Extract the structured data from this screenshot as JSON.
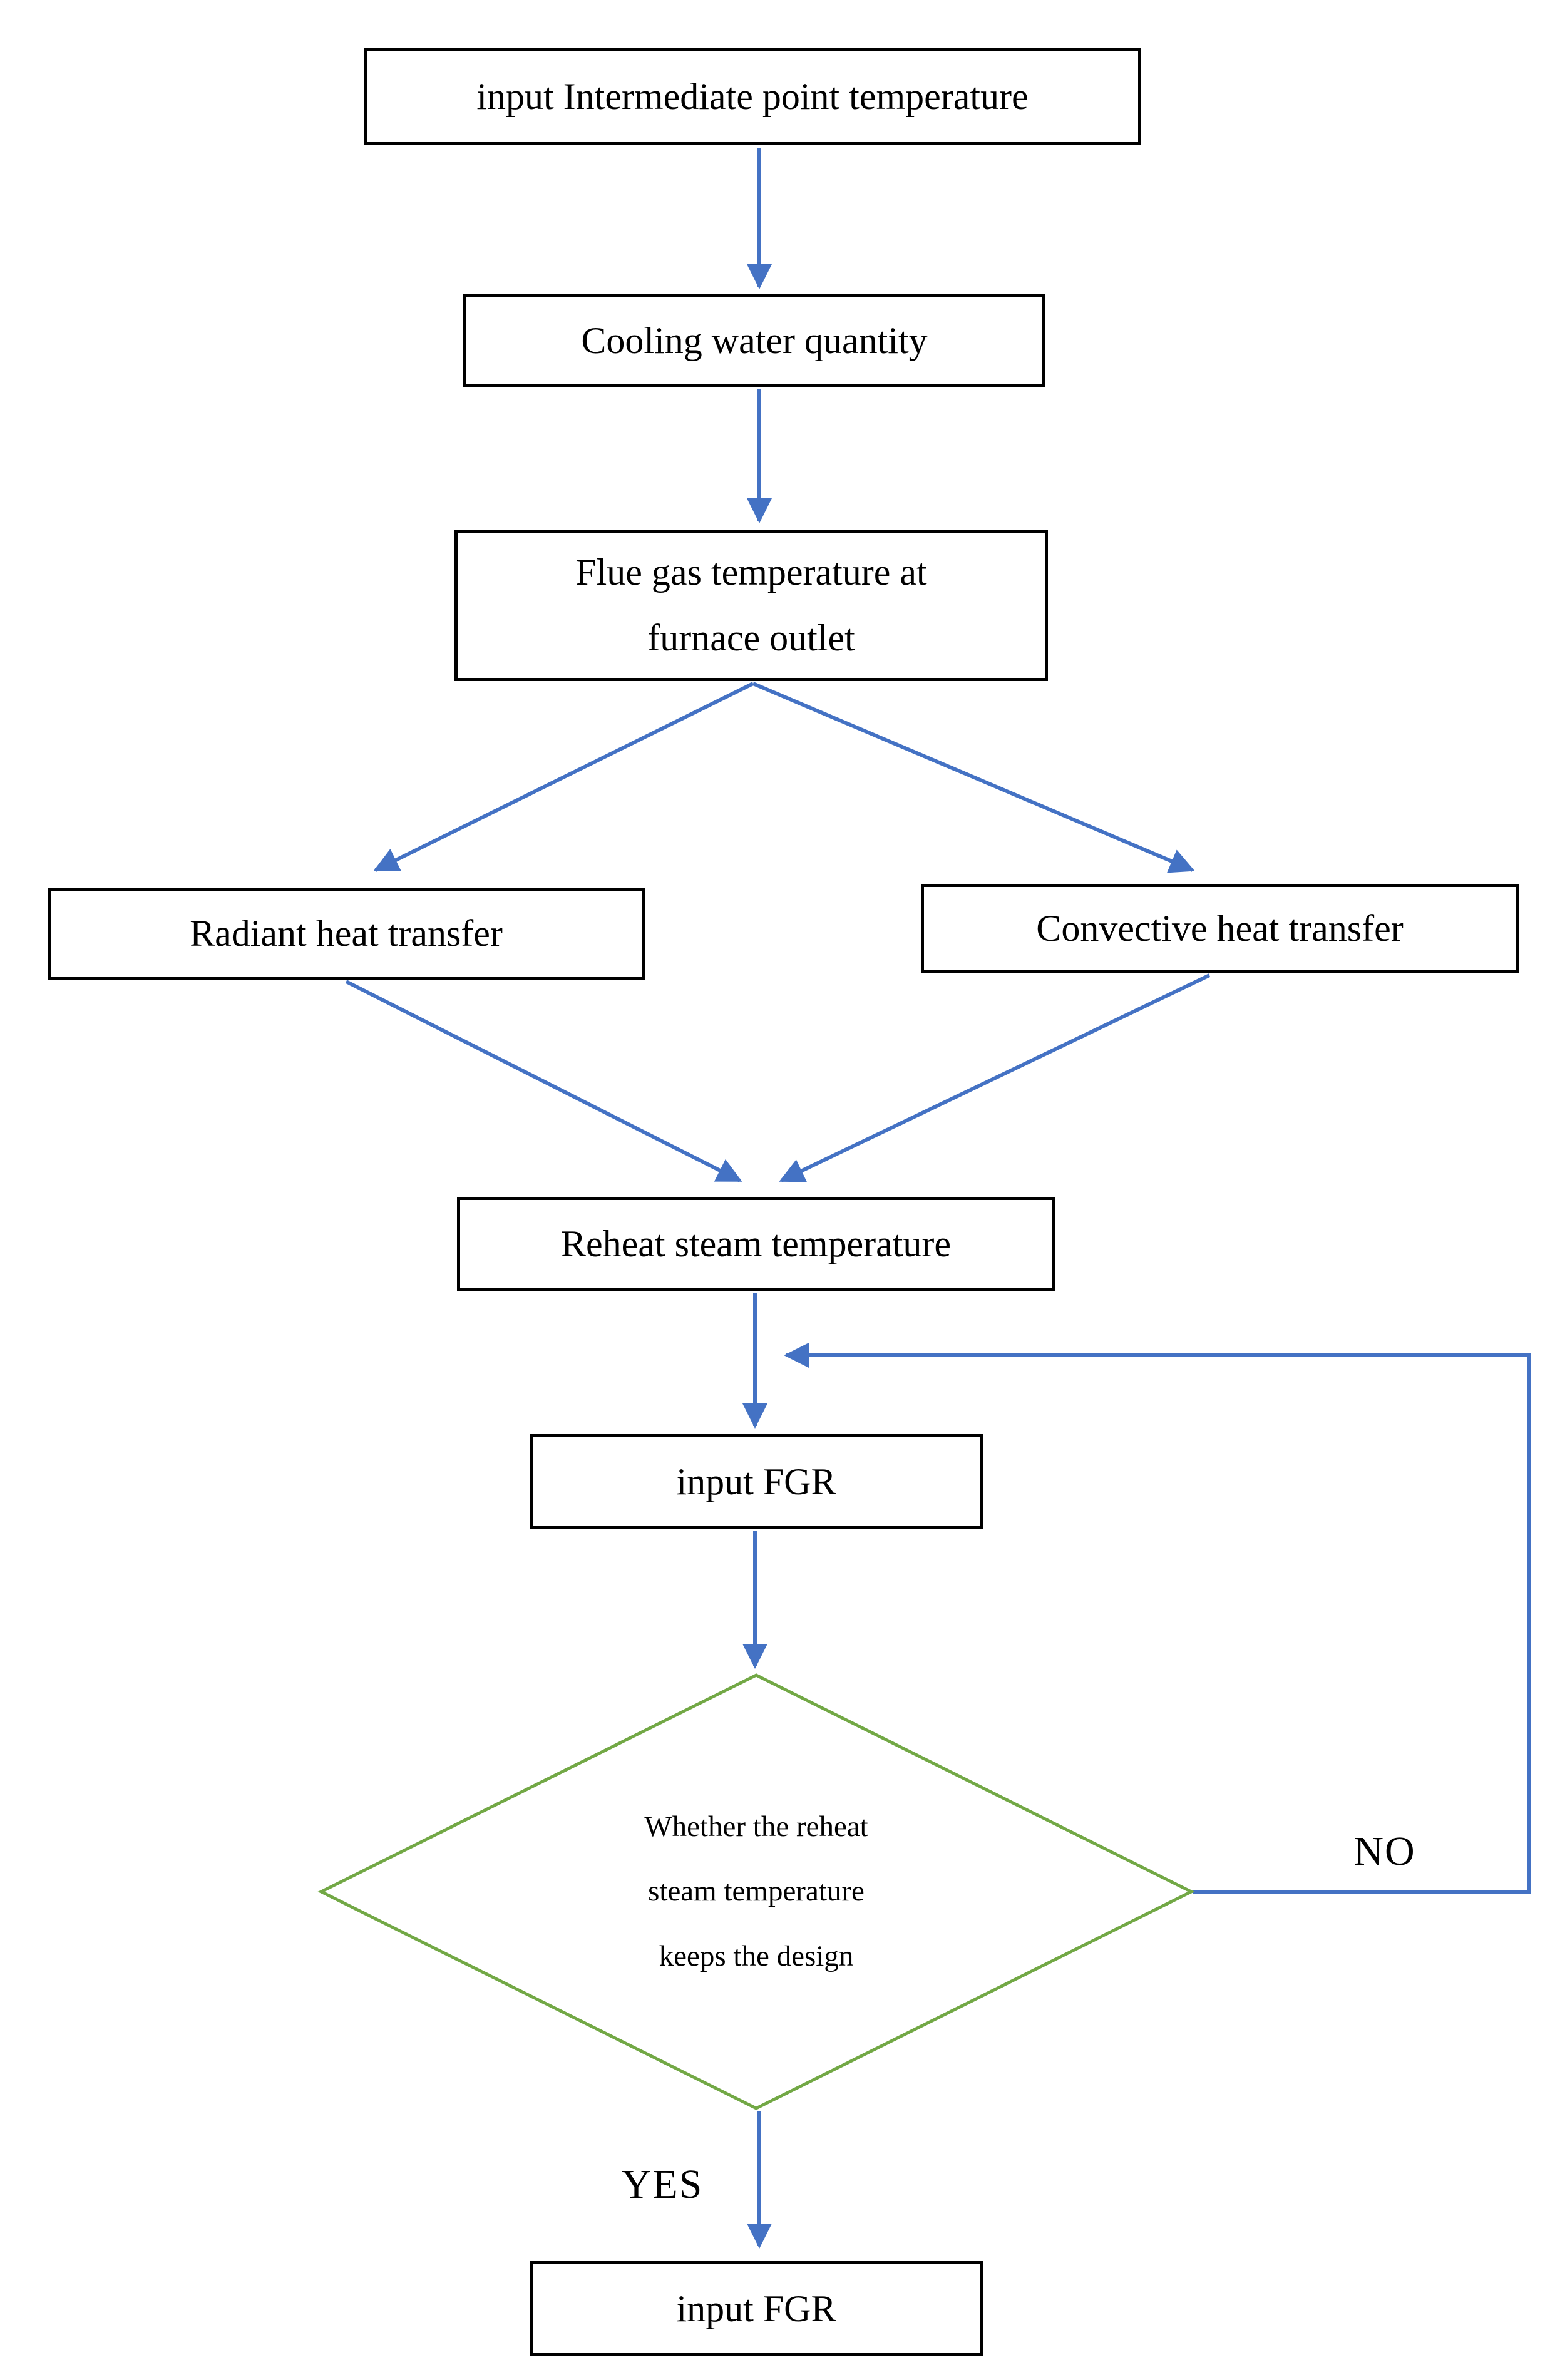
{
  "colors": {
    "arrow": "#4472c4",
    "decision-border": "#72a845",
    "box-border": "#000000",
    "text": "#000000",
    "background": "#ffffff"
  },
  "flowchart": {
    "nodes": {
      "start": "input Intermediate point temperature",
      "cooling": "Cooling water quantity",
      "flue_gas": "Flue gas temperature at furnace outlet",
      "radiant": "Radiant heat transfer",
      "convective": "Convective heat transfer",
      "reheat": "Reheat steam temperature",
      "input_fgr": "input FGR",
      "decision_lines": [
        "Whether the reheat",
        "steam temperature",
        "keeps the design"
      ],
      "input_fgr_final": "input FGR"
    },
    "edge_labels": {
      "yes": "YES",
      "no": "NO"
    }
  }
}
